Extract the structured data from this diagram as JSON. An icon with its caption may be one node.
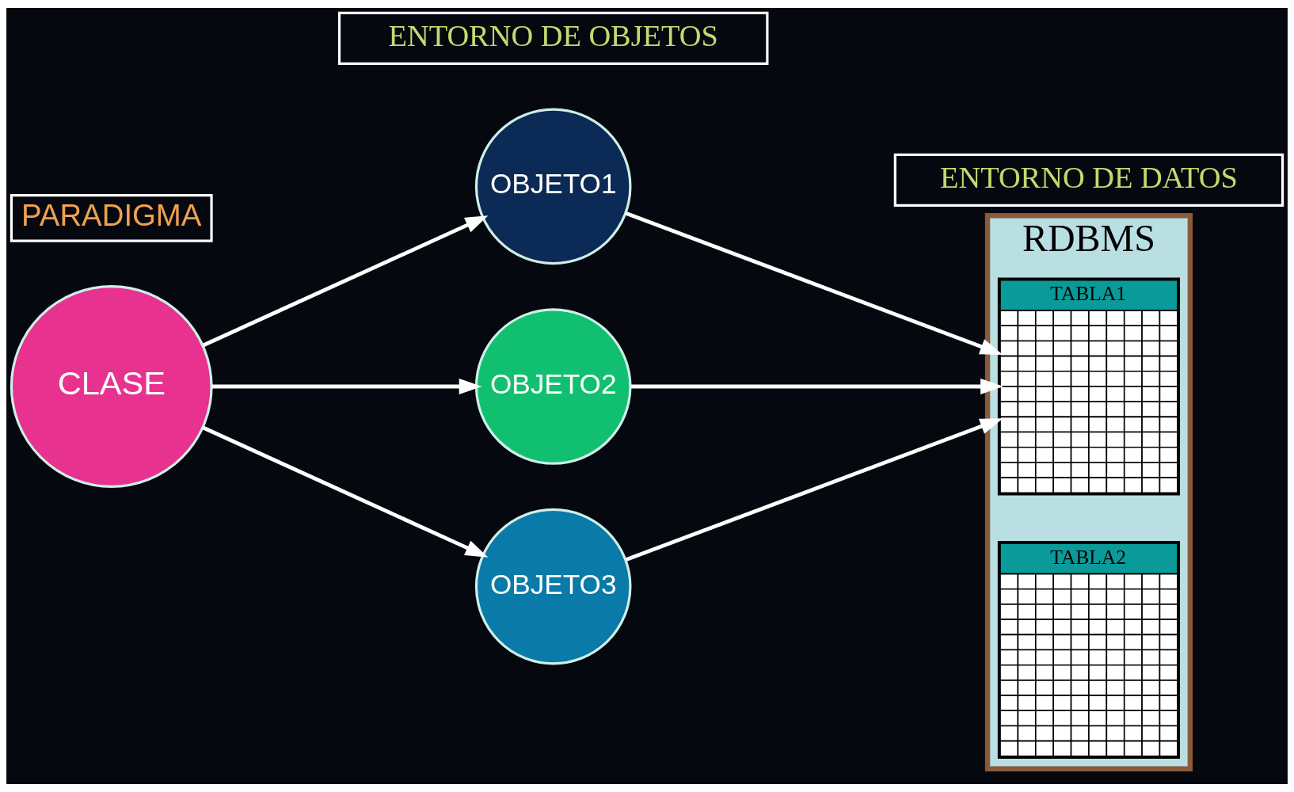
{
  "diagram": {
    "nodes": [
      {
        "text": [
          "CLASE"
        ]
      },
      {
        "text": [
          "OBJETO1"
        ]
      },
      {
        "text": [
          "OBJETO2"
        ]
      },
      {
        "text": [
          "OBJETO3"
        ]
      },
      {
        "text": [
          "PARADIGMA"
        ]
      },
      {
        "text": [
          "RDBMS"
        ]
      },
      {
        "text": [
          "TABLA1"
        ],
        "in": 5
      },
      {
        "text": [
          "TABLA2"
        ],
        "in": 5
      },
      {
        "text": [
          "ENTORNO DE OBJETOS"
        ]
      },
      {
        "text": [
          "ENTORNO DE DATOS"
        ]
      }
    ],
    "edges": [
      {
        "from": 0,
        "to": 1,
        "arrow": "to"
      },
      {
        "from": 0,
        "to": 2,
        "arrow": "to"
      },
      {
        "from": 0,
        "to": 3,
        "arrow": "to"
      },
      {
        "from": 1,
        "to": 6,
        "arrow": "to"
      },
      {
        "from": 2,
        "to": 6,
        "arrow": "to"
      },
      {
        "from": 3,
        "to": 6,
        "arrow": "to"
      }
    ]
  }
}
